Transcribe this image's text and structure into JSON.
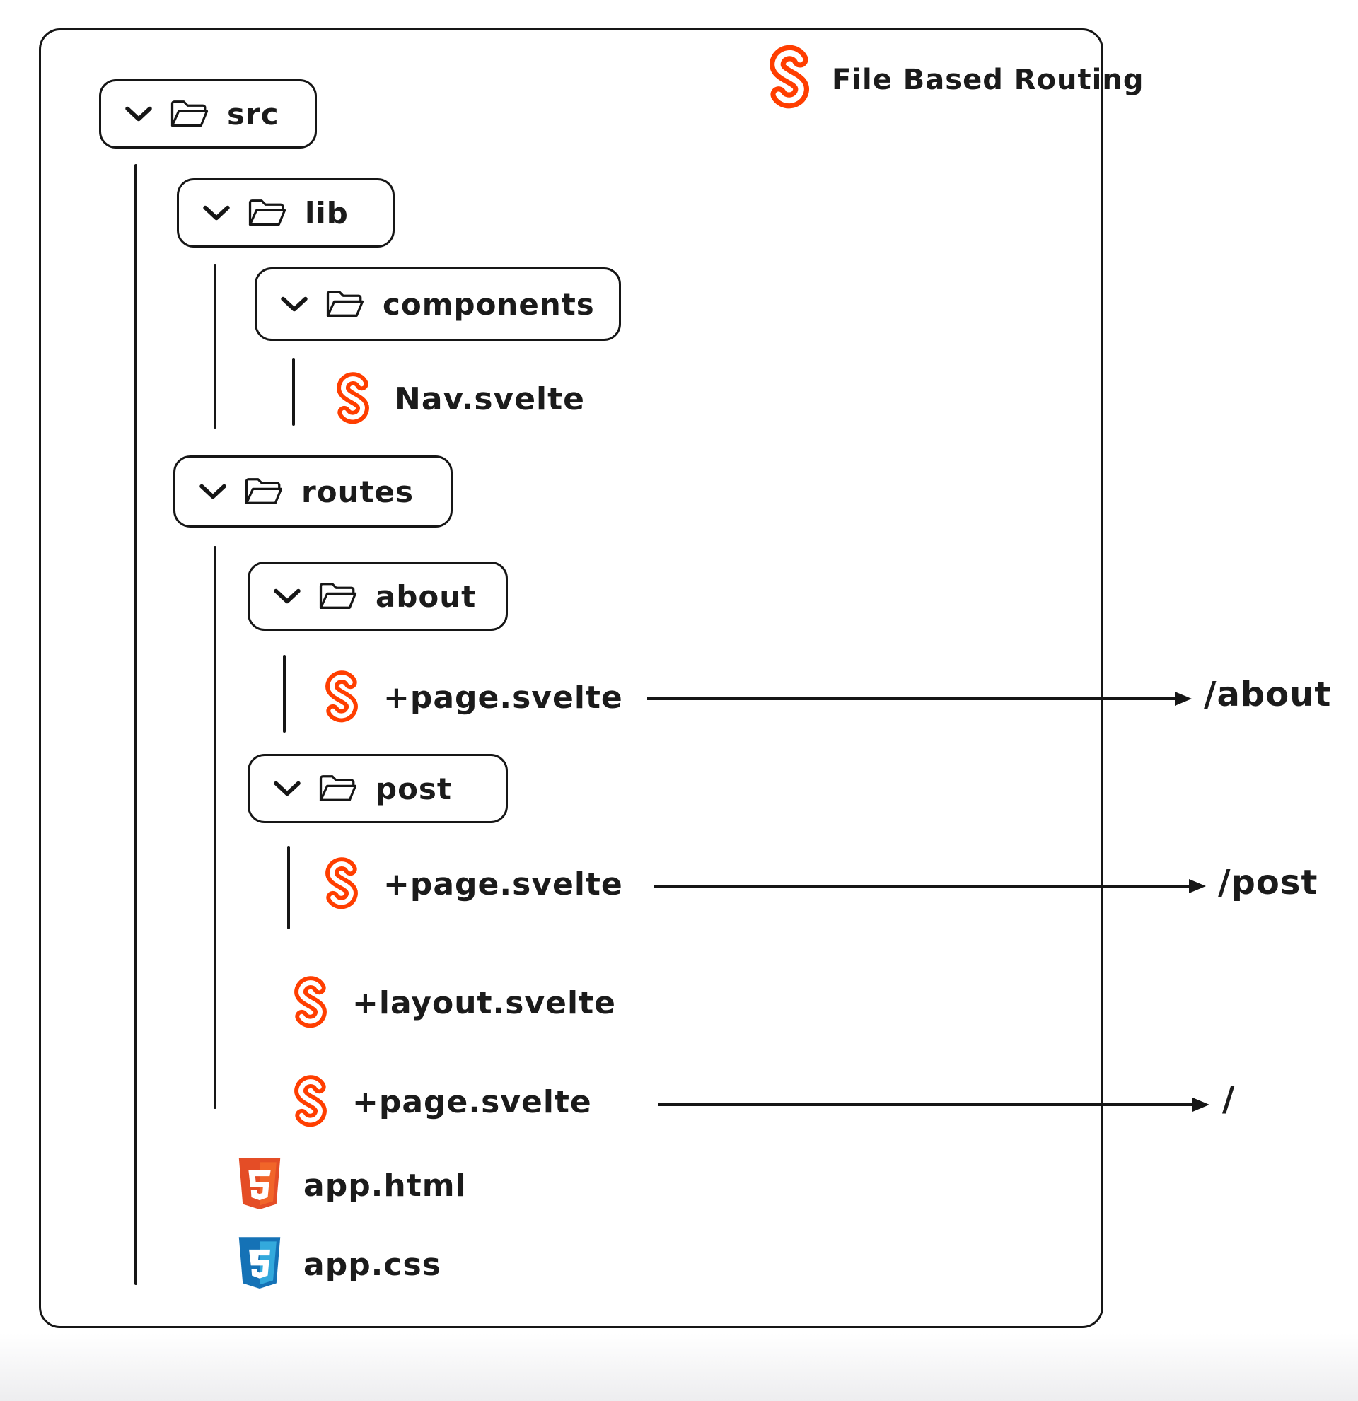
{
  "title": "File Based Routing",
  "colors": {
    "ink": "#1b1b1b",
    "svelte_orange": "#ff3e00",
    "html5_orange": "#e44d26",
    "html5_orange_light": "#f16529",
    "css3_blue": "#1572b6",
    "css3_blue_light": "#33a9dc"
  },
  "tree": {
    "src": {
      "label": "src",
      "type": "folder"
    },
    "lib": {
      "label": "lib",
      "type": "folder"
    },
    "components": {
      "label": "components",
      "type": "folder"
    },
    "nav": {
      "label": "Nav.svelte",
      "type": "svelte-file"
    },
    "routes": {
      "label": "routes",
      "type": "folder"
    },
    "about": {
      "label": "about",
      "type": "folder"
    },
    "about_page": {
      "label": "+page.svelte",
      "type": "svelte-file",
      "route": "/about"
    },
    "post": {
      "label": "post",
      "type": "folder"
    },
    "post_page": {
      "label": "+page.svelte",
      "type": "svelte-file",
      "route": "/post"
    },
    "layout_file": {
      "label": "+layout.svelte",
      "type": "svelte-file"
    },
    "root_page": {
      "label": "+page.svelte",
      "type": "svelte-file",
      "route": "/"
    },
    "app_html": {
      "label": "app.html",
      "type": "html-file"
    },
    "app_css": {
      "label": "app.css",
      "type": "css-file"
    }
  }
}
